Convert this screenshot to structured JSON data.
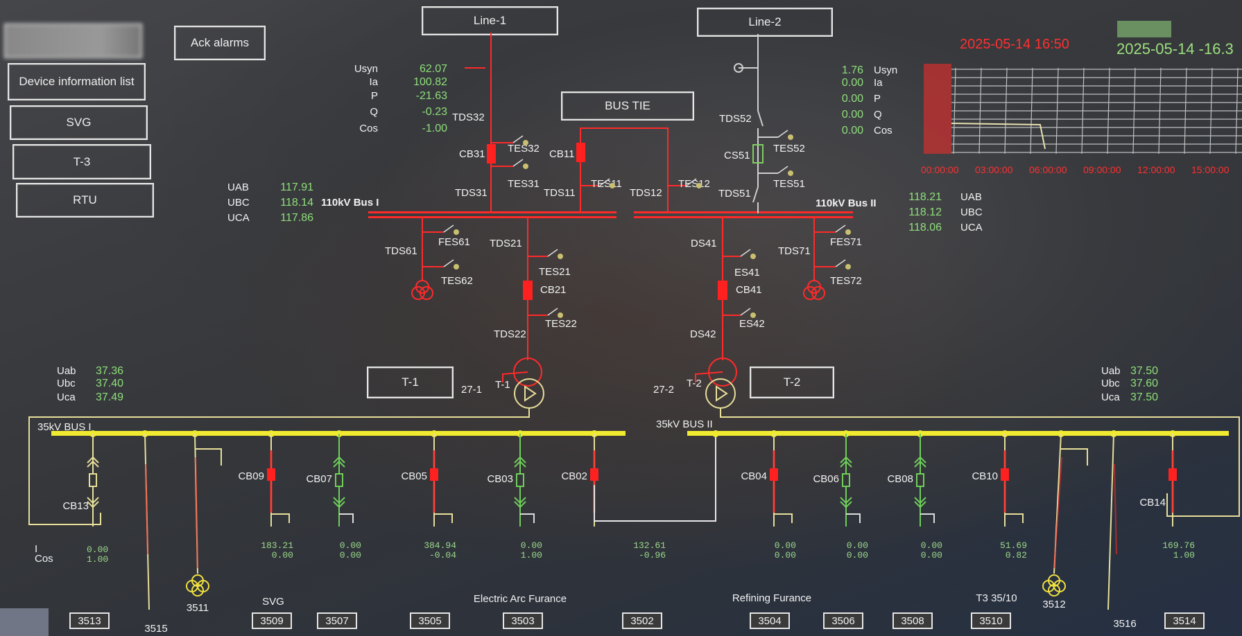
{
  "nav": {
    "blurred_button": "",
    "ack_alarms": "Ack alarms",
    "device_list": "Device information list",
    "svg": "SVG",
    "t3": "T-3",
    "rtu": "RTU"
  },
  "header": {
    "line1": "Line-1",
    "line2": "Line-2",
    "bus_tie": "BUS TIE",
    "date_green": "2025-05-14 -16.3",
    "trend_title_red": "2025-05-14 16:50"
  },
  "trend": {
    "time_labels": [
      "00:00:00",
      "03:00:00",
      "06:00:00",
      "09:00:00",
      "12:00:00",
      "15:00:00"
    ]
  },
  "line1_meas": {
    "labels": [
      "Usyn",
      "Ia",
      "P",
      "Q",
      "Cos"
    ],
    "values": [
      "62.07",
      "100.82",
      "-21.63",
      "-0.23",
      "-1.00"
    ]
  },
  "line2_meas": {
    "labels": [
      "Usyn",
      "Ia",
      "P",
      "Q",
      "Cos"
    ],
    "values": [
      "1.76",
      "0.00",
      "0.00",
      "0.00",
      "0.00"
    ]
  },
  "bus110_1": {
    "name": "110kV Bus I",
    "labels": [
      "UAB",
      "UBC",
      "UCA"
    ],
    "values": [
      "117.91",
      "118.14",
      "117.86"
    ]
  },
  "bus110_2": {
    "name": "110kV Bus II",
    "labels": [
      "UAB",
      "UBC",
      "UCA"
    ],
    "values": [
      "118.21",
      "118.12",
      "118.06"
    ]
  },
  "hv_devices": {
    "TDS32": "TDS32",
    "CB31": "CB31",
    "TES32": "TES32",
    "TES31": "TES31",
    "TDS31": "TDS31",
    "CB11": "CB11",
    "TES11": "TES11",
    "TDS11": "TDS11",
    "TDS12": "TDS12",
    "TES12": "TES12",
    "TDS52": "TDS52",
    "CS51": "CS51",
    "TES52": "TES52",
    "TES51": "TES51",
    "TDS51": "TDS51",
    "TDS61": "TDS61",
    "FES61": "FES61",
    "TES62": "TES62",
    "TDS21": "TDS21",
    "TES21": "TES21",
    "CB21": "CB21",
    "TES22": "TES22",
    "TDS22": "TDS22",
    "DS41": "DS41",
    "ES41": "ES41",
    "CB41": "CB41",
    "ES42": "ES42",
    "DS42": "DS42",
    "TDS71": "TDS71",
    "FES71": "FES71",
    "TES72": "TES72"
  },
  "transformers": {
    "t1_button": "T-1",
    "t2_button": "T-2",
    "t1": "T-1",
    "t2": "T-2",
    "sw1": "27-1",
    "sw2": "27-2"
  },
  "bus35_1": {
    "name": "35kV BUS I",
    "labels": [
      "Uab",
      "Ubc",
      "Uca"
    ],
    "values": [
      "37.36",
      "37.40",
      "37.49"
    ]
  },
  "bus35_2": {
    "name": "35kV BUS II",
    "labels": [
      "Uab",
      "Ubc",
      "Uca"
    ],
    "values": [
      "37.50",
      "37.60",
      "37.50"
    ]
  },
  "cb13_meas": {
    "labels": [
      "I",
      "Cos"
    ],
    "values": [
      "0.00",
      "1.00"
    ]
  },
  "feeders": [
    {
      "name": "CB13",
      "kind": "cb-yellow",
      "values": []
    },
    {
      "name": "3515",
      "kind": "line",
      "values": []
    },
    {
      "name": "3511",
      "kind": "gen",
      "values": []
    },
    {
      "name": "CB09",
      "kind": "cb-red",
      "values": [
        "183.21",
        "0.00"
      ]
    },
    {
      "name": "CB07",
      "kind": "cb-green",
      "values": [
        "0.00",
        "0.00"
      ]
    },
    {
      "name": "CB05",
      "kind": "cb-red",
      "values": [
        "384.94",
        "-0.04"
      ]
    },
    {
      "name": "CB03",
      "kind": "cb-green",
      "values": [
        "0.00",
        "1.00"
      ]
    },
    {
      "name": "CB02",
      "kind": "cb-red-loop",
      "values": [
        "132.61",
        "-0.96"
      ]
    },
    {
      "name": "CB04",
      "kind": "cb-red",
      "values": [
        "0.00",
        "0.00"
      ]
    },
    {
      "name": "CB06",
      "kind": "cb-green",
      "values": [
        "0.00",
        "0.00"
      ]
    },
    {
      "name": "CB08",
      "kind": "cb-green",
      "values": [
        "0.00",
        "0.00"
      ]
    },
    {
      "name": "CB10",
      "kind": "cb-red",
      "values": [
        "51.69",
        "0.82"
      ]
    },
    {
      "name": "3512",
      "kind": "gen",
      "values": []
    },
    {
      "name": "3516",
      "kind": "line",
      "values": []
    },
    {
      "name": "CB14",
      "kind": "cb-red-frame",
      "values": [
        "169.76",
        "1.00"
      ]
    }
  ],
  "bay_buttons": [
    "3513",
    "3509",
    "3507",
    "3505",
    "3503",
    "3502",
    "3504",
    "3506",
    "3508",
    "3510",
    "3514"
  ],
  "load_labels": {
    "svg": "SVG",
    "eaf": "Electric Arc Furance",
    "refining": "Refining Furance",
    "t3": "T3 35/10"
  },
  "colors": {
    "energized": "#ff2a2a",
    "bus35": "#f0ea30",
    "open": "#6fcf5a",
    "measure": "#8fe07a"
  }
}
